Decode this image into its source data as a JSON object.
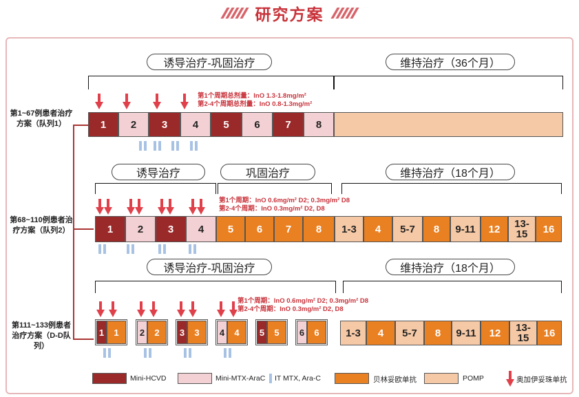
{
  "title": "研究方案",
  "cohorts": [
    {
      "label": "第1~67例患者治疗方案（队列1）",
      "phases": [
        "诱导治疗-巩固治疗",
        "维持治疗（36个月）"
      ],
      "note": [
        "第1个周期总剂量：InO 1.3-1.8mg/m²",
        "第2-4个周期总剂量：InO 0.8-1.3mg/m²"
      ],
      "cycles": [
        "1",
        "2",
        "3",
        "4",
        "5",
        "6",
        "7",
        "8"
      ]
    },
    {
      "label": "第68~110例患者治疗方案（队列2）",
      "phases": [
        "诱导治疗",
        "巩固治疗",
        "维持治疗（18个月）"
      ],
      "note": [
        "第1个周期：InO 0.6mg/m² D2; 0.3mg/m² D8",
        "第2-4个周期：InO 0.3mg/m²  D2, D8"
      ],
      "cycles": [
        "1",
        "2",
        "3",
        "4",
        "5",
        "6",
        "7",
        "8"
      ],
      "maintenance": [
        "1-3",
        "4",
        "5-7",
        "8",
        "9-11",
        "12",
        "13-15",
        "16"
      ]
    },
    {
      "label": "第111~133例患者治疗方案（D-D队列）",
      "phases": [
        "诱导治疗-巩固治疗",
        "维持治疗（18个月）"
      ],
      "note": [
        "第1个周期：InO 0.6mg/m² D2; 0.3mg/m² D8",
        "第2-4个周期：InO 0.3mg/m²  D2, D8"
      ],
      "pairs": [
        [
          "1",
          "1"
        ],
        [
          "2",
          "2"
        ],
        [
          "3",
          "3"
        ],
        [
          "4",
          "4"
        ],
        [
          "5",
          "5"
        ],
        [
          "6",
          "6"
        ]
      ],
      "maintenance": [
        "1-3",
        "4",
        "5-7",
        "8",
        "9-11",
        "12",
        "13-15",
        "16"
      ]
    }
  ],
  "legend": [
    "Mini-HCVD",
    "Mini-MTX-AraC",
    "IT MTX, Ara-C",
    "贝林妥欧单抗",
    "POMP",
    "奥加伊妥珠单抗"
  ],
  "colors": {
    "hcvd": "#9a2a2a",
    "mtx": "#f3d0d3",
    "blinatumomab": "#e98022",
    "pomp": "#f6c9a6",
    "inotuzumab": "#e0404a",
    "it": "#a8c2e4",
    "accent": "#c8323a"
  }
}
